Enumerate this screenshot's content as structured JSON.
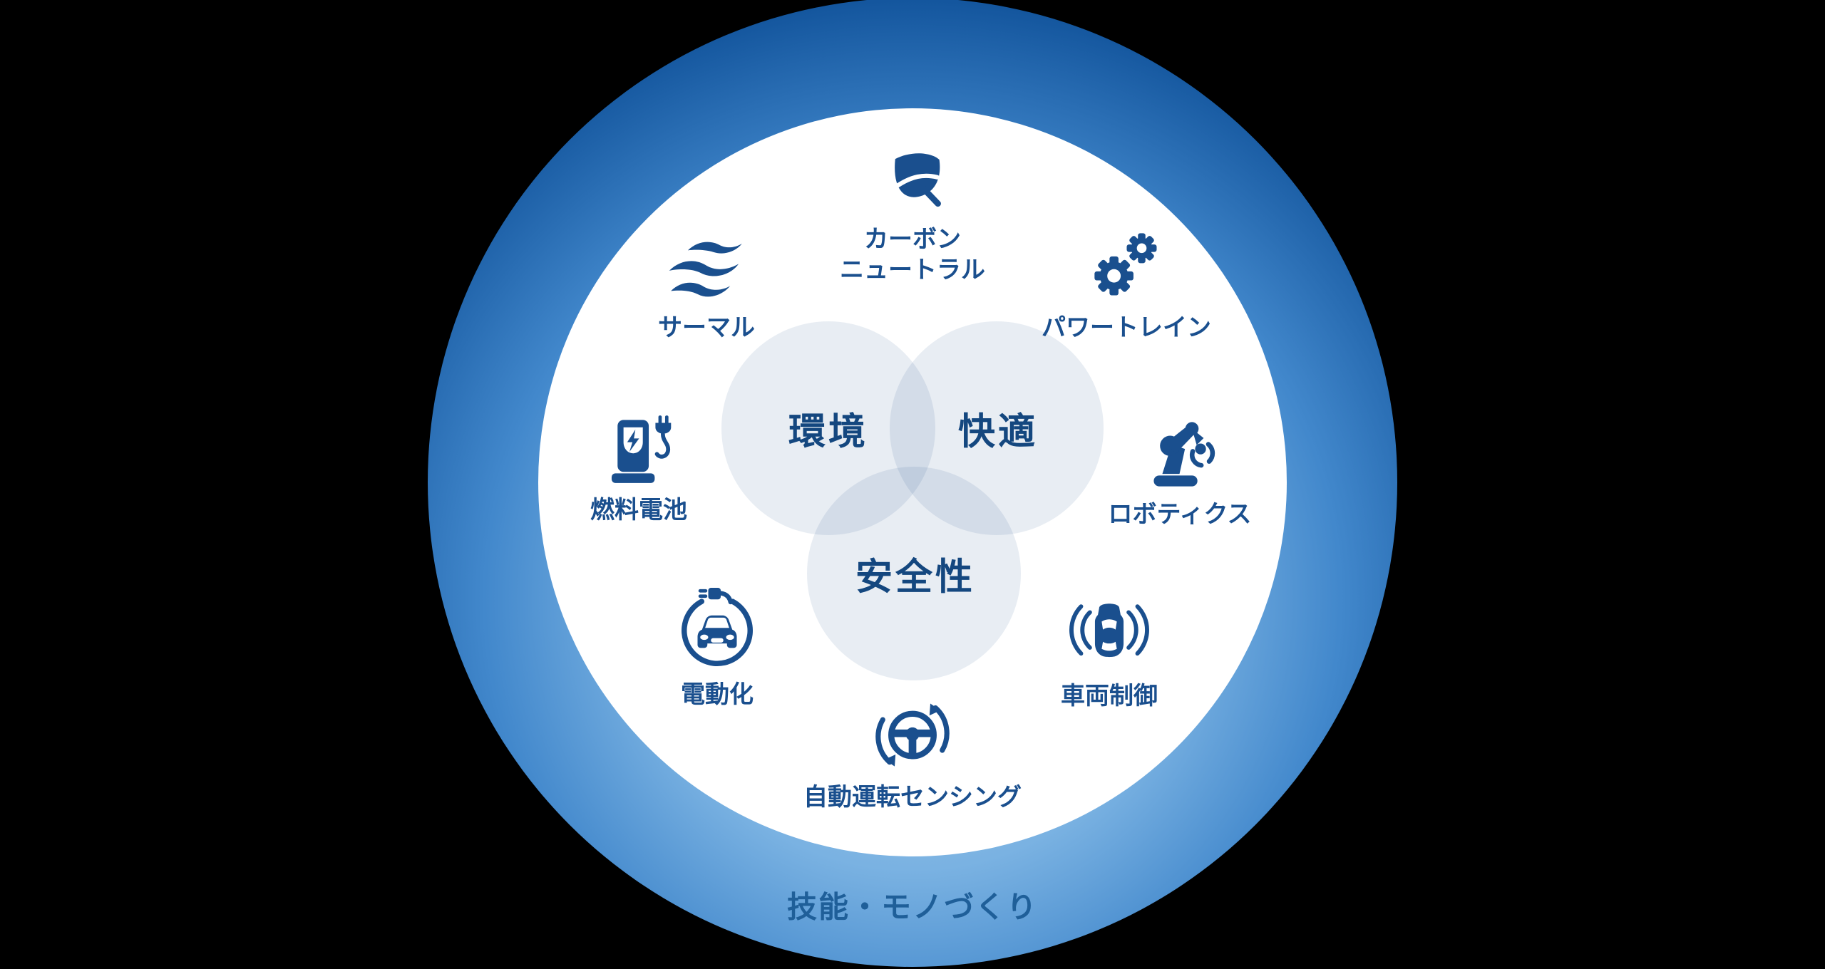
{
  "core_values": [
    {
      "label": "環境"
    },
    {
      "label": "快適"
    },
    {
      "label": "安全性"
    }
  ],
  "technologies": [
    {
      "id": "carbon-neutral",
      "label": "カーボン\nニュートラル",
      "icon": "leaf-icon"
    },
    {
      "id": "thermal",
      "label": "サーマル",
      "icon": "waves-icon"
    },
    {
      "id": "powertrain",
      "label": "パワートレイン",
      "icon": "gears-icon"
    },
    {
      "id": "fuel-cell",
      "label": "燃料電池",
      "icon": "charging-station-icon"
    },
    {
      "id": "robotics",
      "label": "ロボティクス",
      "icon": "robot-arm-icon"
    },
    {
      "id": "electrification",
      "label": "電動化",
      "icon": "ev-car-plug-icon"
    },
    {
      "id": "vehicle-control",
      "label": "車両制御",
      "icon": "car-sensing-icon"
    },
    {
      "id": "autonomous-sensing",
      "label": "自動運転センシング",
      "icon": "steering-wheel-icon"
    }
  ],
  "ring_label": "技能・モノづくり",
  "colors": {
    "background": "#000000",
    "icon_navy": "#1a4f8e",
    "core_text_navy": "#14477f",
    "ring_text_navy": "#1f5f99",
    "ring_blue_dark": "#0b4690",
    "ring_blue_mid": "#4288cc",
    "ring_blue_light": "#a9ceef",
    "venn_fill_single": "#e8edf4",
    "venn_fill_overlap": "#d2dce9",
    "inner_circle": "#ffffff"
  }
}
